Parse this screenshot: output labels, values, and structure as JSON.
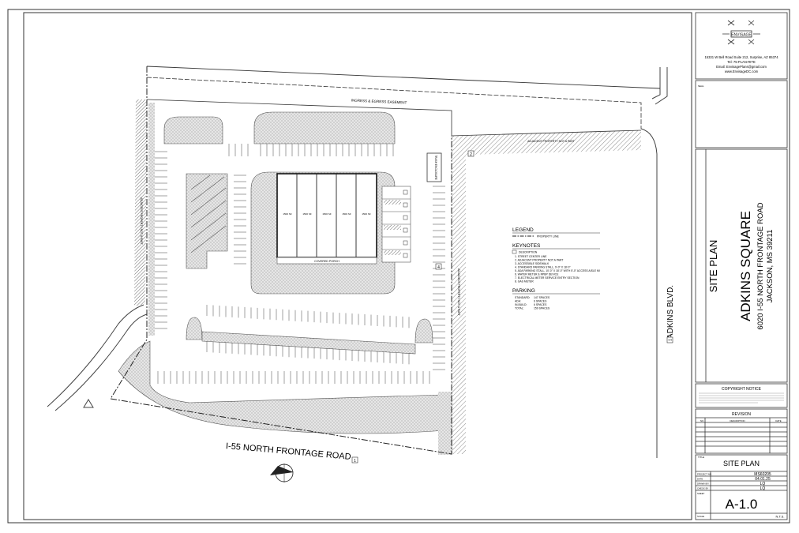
{
  "title_block": {
    "logo_text": "ENVISAGE",
    "firm": {
      "address": "15331 W Bell Road Suite 212, Surprise, AZ 85374",
      "tel": "Tel: 75-PLAN-RITE",
      "email": "Email: EnvisagePlans@gmail.com",
      "web": "www.EnvisageDC.com"
    },
    "seal_label": "SEAL",
    "sheet_heading": "SITE PLAN",
    "project_name": "ADKINS SQUARE",
    "project_address": "6020 I-55 NORTH FRONTAGE ROAD",
    "project_city": "JACKSON, MS 39211",
    "copyright_title": "COPYRIGHT NOTICE",
    "revision_title": "REVISION",
    "revision_columns": [
      "NO.",
      "DESCRIPTION",
      "DATE"
    ],
    "title_label": "TITLE",
    "sheet_title": "SITE PLAN",
    "fields": [
      {
        "label": "PROJECT NO.",
        "value": "MS60205"
      },
      {
        "label": "DATE",
        "value": "04.01.25"
      },
      {
        "label": "DRAWN BY",
        "value": "LQ"
      },
      {
        "label": "CHECK BY",
        "value": "LQ"
      }
    ],
    "sheet_label": "SHEET",
    "sheet_number": "A-1.0",
    "scale_label": "SCALE",
    "scale_value": "N.T.S."
  },
  "plan": {
    "easement_label": "INGRESS & EGRESS EASEMENT",
    "adjacent_property_label": "ADJACENT PROPERTY NOT A PART",
    "trash_label": "TRASH ENCLOSURE",
    "porch_label": "COVERED PORCH",
    "suite_labels": [
      "1500 SF",
      "1500 SF",
      "1500 SF",
      "1500 SF",
      "1500 SF"
    ],
    "keynote_marker_2": "2",
    "keynote_marker_4": "4",
    "keynote_marker_1": "1",
    "road_main": "I-55 NORTH FRONTAGE ROAD",
    "road_side": "ADKINS BLVD."
  },
  "legend": {
    "legend_title": "LEGEND",
    "property_line": "PROPERTY LINE",
    "keynotes_title": "KEYNOTES",
    "keynotes": [
      "DESCRIPTION",
      "1.   STREET CENTER LINE",
      "2.   ADJACENT PROPERTY NOT A PART",
      "3.   ACCESSIBLE SIDEWALK",
      "4.   STANDARD PARKING STALL, 9'-0\" X 18'-0\"",
      "5.   ADA PARKING STALL, 10'-0\" X 18'-0\" WITH 5'-0\" ACCESS AISLE MI",
      "6.   WATER METER & RPBP DEVICE",
      "7.   ELECTRICAL METER SERVICE ENTRY SECTION",
      "8.   GAS METER"
    ],
    "parking_title": "PARKING",
    "parking": [
      {
        "label": "STANDARD:",
        "value": "147 SPACES"
      },
      {
        "label": "ADA:",
        "value": "6 SPACES"
      },
      {
        "label": "IN-BUILD:",
        "value": "6 SPACES"
      },
      {
        "label": "TOTAL:",
        "value": "159 SPACES"
      }
    ]
  },
  "colors": {
    "line": "#2a2a2a",
    "hatch": "#8a8a8a",
    "landscape_fill": "#d9d9d9"
  }
}
